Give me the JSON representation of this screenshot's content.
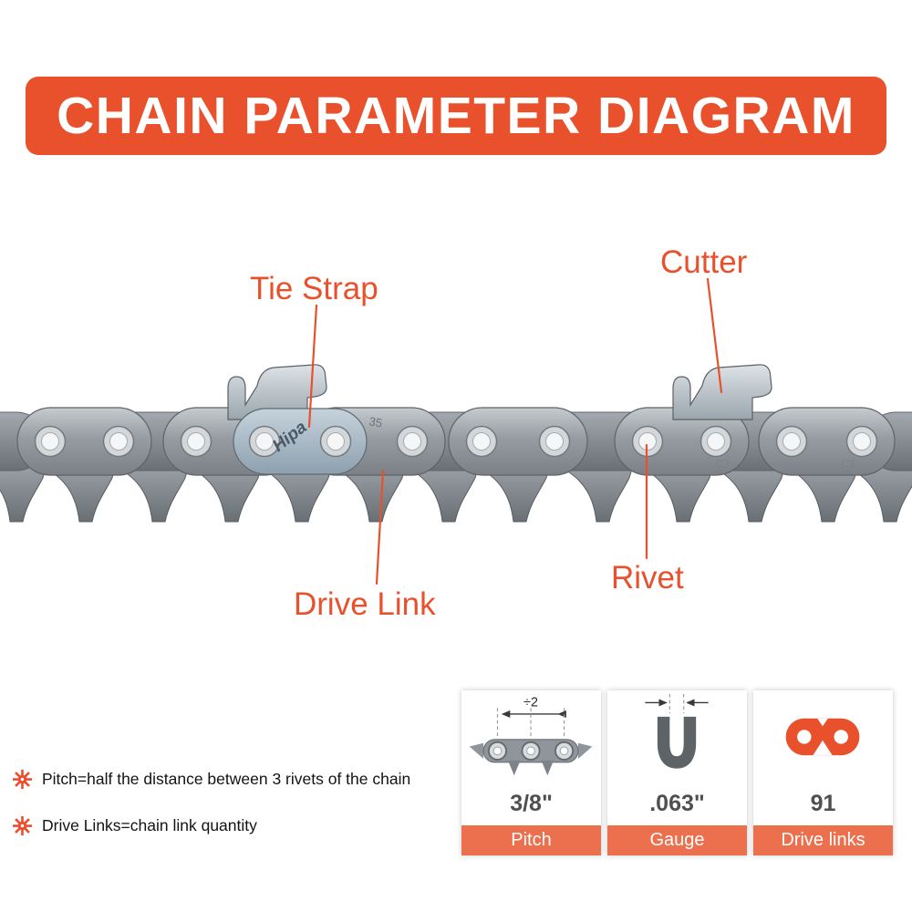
{
  "title": "CHAIN PARAMETER DIAGRAM",
  "diagram_labels": {
    "tie_strap": "Tie Strap",
    "cutter": "Cutter",
    "drive_link": "Drive Link",
    "rivet": "Rivet"
  },
  "chain_markings": {
    "brand": "Hipa",
    "cutter_code": "35",
    "link_code_left": "C3",
    "link_code_right": "C3"
  },
  "notes": [
    {
      "text": "Pitch=half the distance between 3 rivets of the chain"
    },
    {
      "text": "Drive Links=chain link quantity"
    }
  ],
  "spec_cards": [
    {
      "id": "pitch",
      "annotation": "÷2",
      "value": "3/8\"",
      "label": "Pitch"
    },
    {
      "id": "gauge",
      "value": ".063\"",
      "label": "Gauge"
    },
    {
      "id": "drive_links",
      "value": "91",
      "label": "Drive links"
    }
  ],
  "colors": {
    "accent": "#e8512c",
    "card_bar": "#ec6f4e"
  }
}
